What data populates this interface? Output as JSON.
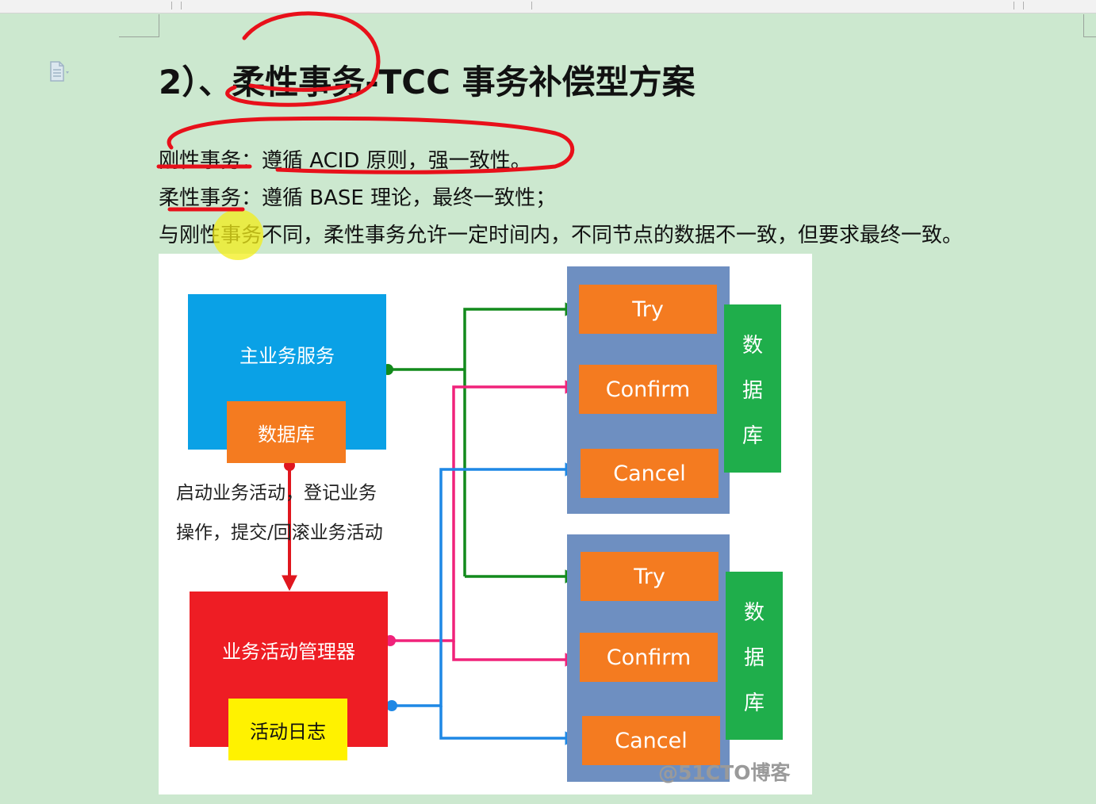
{
  "heading": "2）、柔性事务-TCC 事务补偿型方案",
  "lines": [
    "刚性事务：遵循 ACID 原则，强一致性。",
    "柔性事务：遵循 BASE 理论，最终一致性；",
    "与刚性事务不同，柔性事务允许一定时间内，不同节点的数据不一致，但要求最终一致。"
  ],
  "diagram": {
    "main_service": "主业务服务",
    "database": "数据库",
    "note_line1": "启动业务活动，登记业务",
    "note_line2": "操作，提交/回滚业务活动",
    "activity_manager": "业务活动管理器",
    "activity_log": "活动日志",
    "group1": {
      "try": "Try",
      "confirm": "Confirm",
      "cancel": "Cancel"
    },
    "group2": {
      "try": "Try",
      "confirm": "Confirm",
      "cancel": "Cancel"
    },
    "side_db": [
      "数",
      "据",
      "库"
    ],
    "watermark": "@51CTO博客"
  },
  "colors": {
    "page_bg": "#cce8cf",
    "main_service": "#0aa1e6",
    "database": "#f47b20",
    "activity_manager": "#ee1d24",
    "activity_log": "#fff200",
    "panel": "#6e8fc1",
    "side_db": "#1fae4b",
    "arrow_green": "#128a1c",
    "arrow_pink": "#f0227a",
    "arrow_blue": "#1e88e5",
    "arrow_red": "#e0161e",
    "ink_annotation": "#e8101a",
    "highlight": "#f3ee1a"
  }
}
